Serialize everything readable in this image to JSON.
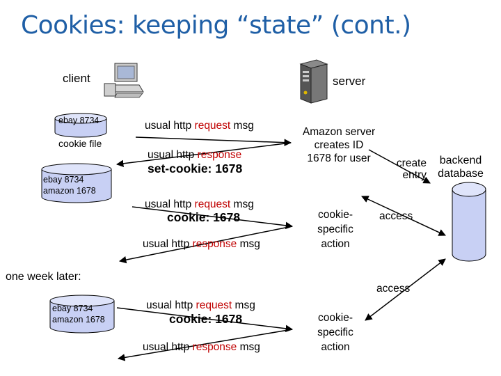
{
  "title": "Cookies: keeping “state” (cont.)",
  "client": {
    "label": "client",
    "cookie_file_label": "cookie file"
  },
  "server": {
    "label": "server",
    "backend_label": "backend database"
  },
  "cookies": {
    "initial": "ebay 8734",
    "updated": [
      "ebay 8734",
      "amazon 1678"
    ],
    "week_later": [
      "ebay 8734",
      "amazon 1678"
    ]
  },
  "messages": {
    "req1": {
      "prefix": "usual http ",
      "highlight": "request",
      "suffix": " msg"
    },
    "resp1": {
      "prefix": "usual http ",
      "highlight": "response",
      "suffix": ""
    },
    "set_cookie": "set-cookie: 1678",
    "req2": {
      "prefix": "usual http ",
      "highlight": "request",
      "suffix": " msg"
    },
    "cookie2": "cookie: 1678",
    "resp2": {
      "prefix": "usual http ",
      "highlight": "response",
      "suffix": " msg"
    },
    "req3": {
      "prefix": "usual http ",
      "highlight": "request",
      "suffix": " msg"
    },
    "cookie3": "cookie: 1678",
    "resp3": {
      "prefix": "usual http ",
      "highlight": "response",
      "suffix": " msg"
    }
  },
  "server_notes": {
    "creates_id": [
      "Amazon server",
      "creates ID",
      "1678 for user"
    ],
    "create_entry": [
      "create",
      "entry"
    ],
    "action1": [
      "cookie-",
      "specific",
      "action"
    ],
    "action2": [
      "cookie-",
      "specific",
      "action"
    ],
    "access1": "access",
    "access2": "access"
  },
  "one_week_later": "one week later:",
  "colors": {
    "title": "#1f5fa6",
    "highlight": "#c00000",
    "cylinder_fill": "#c8d0f4",
    "db_fill": "#c8d0f4"
  },
  "icons": [
    "computer-icon",
    "server-tower-icon",
    "database-cylinder-icon",
    "cookie-cylinder-icon"
  ]
}
